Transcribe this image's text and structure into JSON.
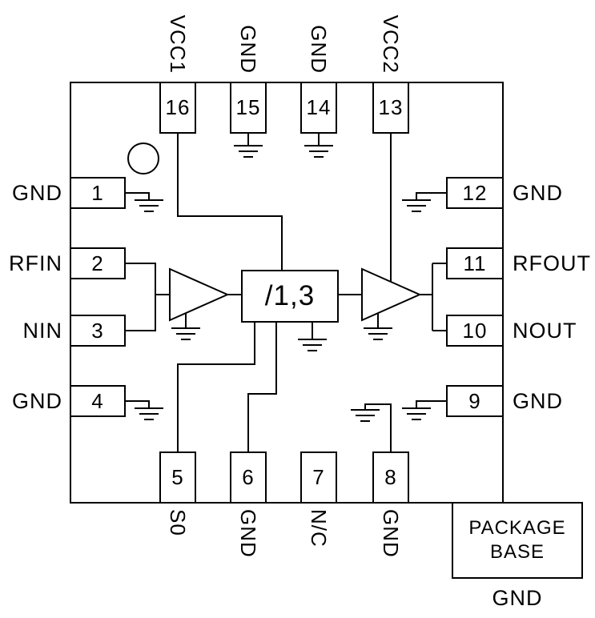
{
  "diagram": {
    "divider_label": "/1,3",
    "pins": {
      "top": [
        {
          "number": "16",
          "label": "VCC1"
        },
        {
          "number": "15",
          "label": "GND"
        },
        {
          "number": "14",
          "label": "GND"
        },
        {
          "number": "13",
          "label": "VCC2"
        }
      ],
      "left": [
        {
          "number": "1",
          "label": "GND"
        },
        {
          "number": "2",
          "label": "RFIN"
        },
        {
          "number": "3",
          "label": "NIN"
        },
        {
          "number": "4",
          "label": "GND"
        }
      ],
      "right": [
        {
          "number": "12",
          "label": "GND"
        },
        {
          "number": "11",
          "label": "RFOUT"
        },
        {
          "number": "10",
          "label": "NOUT"
        },
        {
          "number": "9",
          "label": "GND"
        }
      ],
      "bottom": [
        {
          "number": "5",
          "label": "S0"
        },
        {
          "number": "6",
          "label": "GND"
        },
        {
          "number": "7",
          "label": "N/C"
        },
        {
          "number": "8",
          "label": "GND"
        }
      ]
    },
    "package_base": {
      "line1": "PACKAGE",
      "line2": "BASE",
      "ground": "GND"
    },
    "colors": {
      "line": "#000000",
      "background": "#ffffff"
    }
  }
}
